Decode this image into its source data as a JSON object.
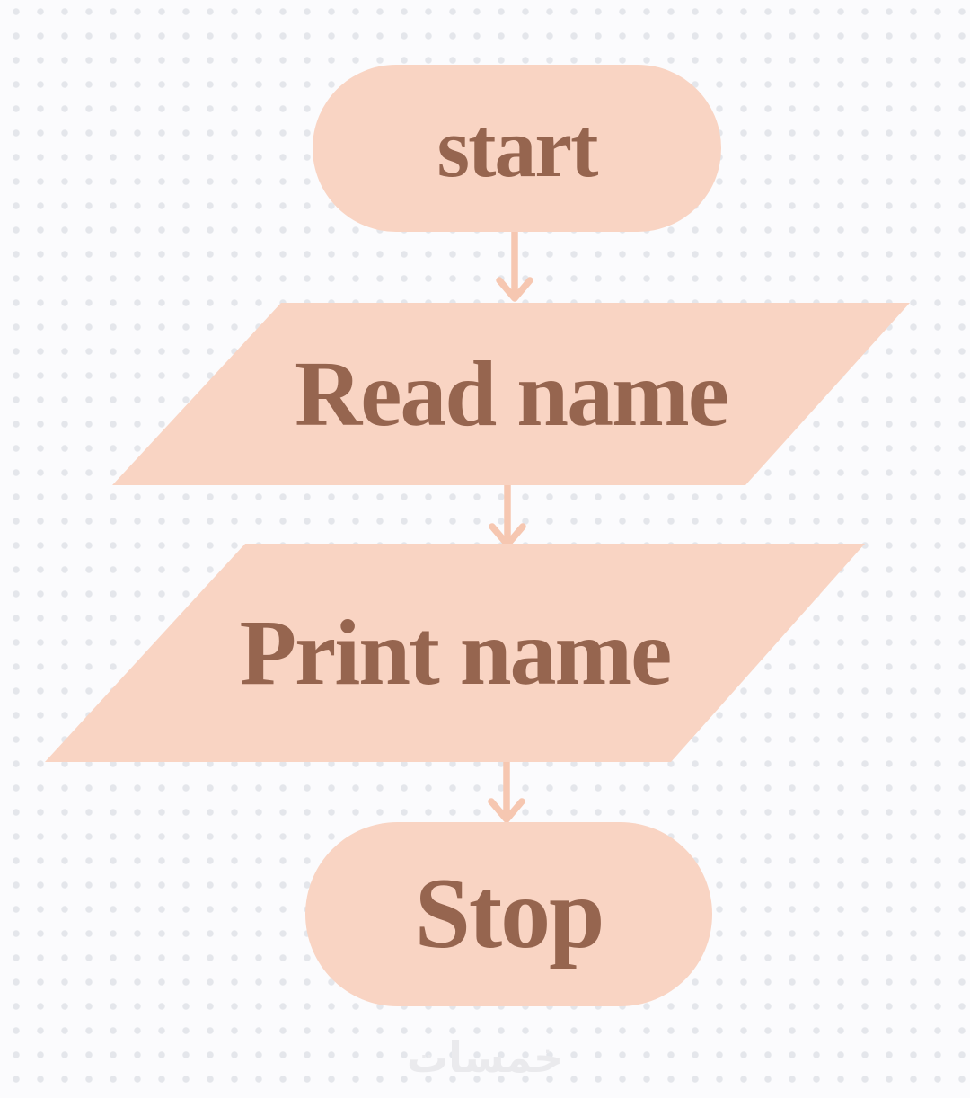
{
  "flowchart": {
    "nodes": [
      {
        "id": "start",
        "type": "terminator",
        "label": "start"
      },
      {
        "id": "read-name",
        "type": "input-output",
        "label": "Read name"
      },
      {
        "id": "print-name",
        "type": "input-output",
        "label": "Print name"
      },
      {
        "id": "stop",
        "type": "terminator",
        "label": "Stop"
      }
    ],
    "connections": [
      {
        "from": "start",
        "to": "read-name"
      },
      {
        "from": "read-name",
        "to": "print-name"
      },
      {
        "from": "print-name",
        "to": "stop"
      }
    ],
    "colors": {
      "background": "#fbfbfd",
      "dot_pattern": "#e4e6eb",
      "shape_fill": "#f9d4c3",
      "arrow": "#f6c7b1",
      "text": "#96654f",
      "watermark": "#eaeaed"
    }
  },
  "watermark": {
    "text": "خمسات"
  }
}
